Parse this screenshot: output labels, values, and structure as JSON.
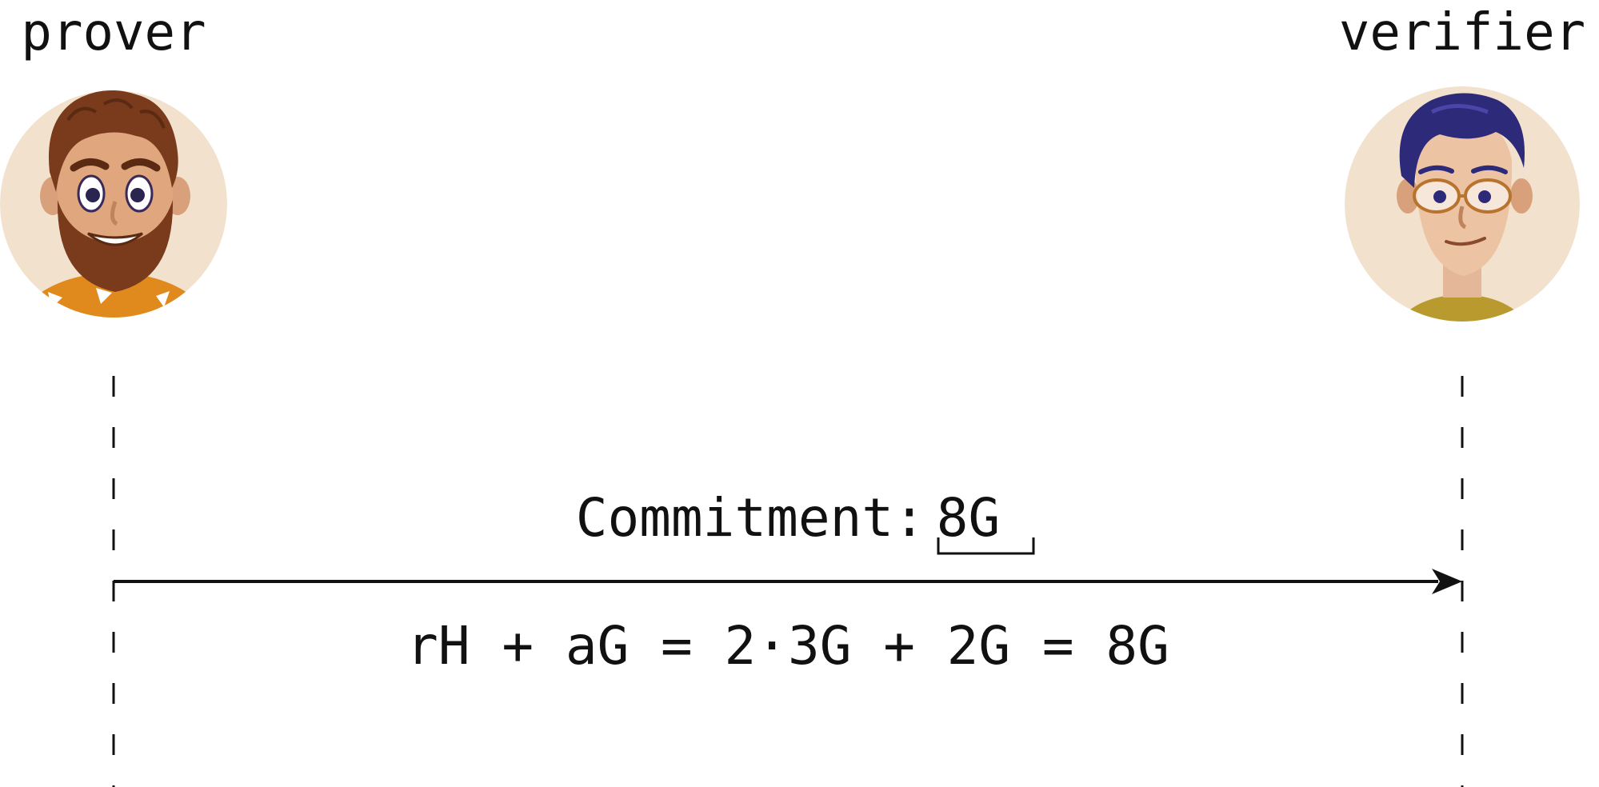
{
  "participants": {
    "prover": {
      "label": "prover",
      "avatar_icon": "bearded-man-avatar-icon"
    },
    "verifier": {
      "label": "verifier",
      "avatar_icon": "man-with-glasses-avatar-icon"
    }
  },
  "message": {
    "label": "Commitment:",
    "value": "8G",
    "direction": "prover-to-verifier",
    "computation": "rH + aG = 2·3G + 2G = 8G"
  },
  "colors": {
    "line": "#111111",
    "avatar_bg": "#f2e2cd",
    "prover_hair": "#7a3a1c",
    "prover_shirt": "#e08a1e",
    "verifier_hair": "#2e2a7a",
    "verifier_shirt": "#b99a2e"
  }
}
